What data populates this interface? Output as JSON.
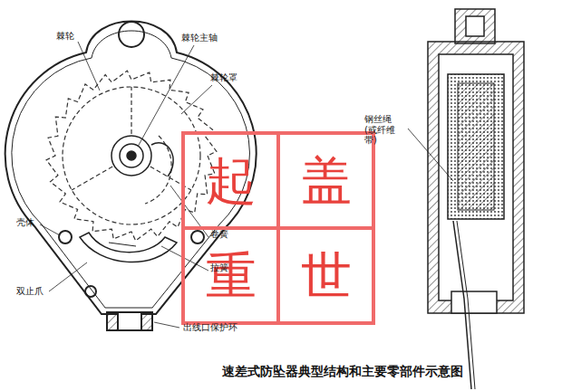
{
  "diagram": {
    "caption": "速差式防坠器典型结构和主要零部件示意图",
    "nodes": [
      {
        "text": [
          "起"
        ]
      },
      {
        "text": [
          "盖"
        ]
      },
      {
        "text": [
          "重"
        ]
      },
      {
        "text": [
          "世"
        ]
      }
    ],
    "labels": [
      "棘轮",
      "棘轮主轴",
      "棘轮罩",
      "壳体",
      "卷簧",
      "拉簧",
      "双止爪",
      "出线口保护环",
      "钢丝绳 (或纤维带)"
    ]
  }
}
